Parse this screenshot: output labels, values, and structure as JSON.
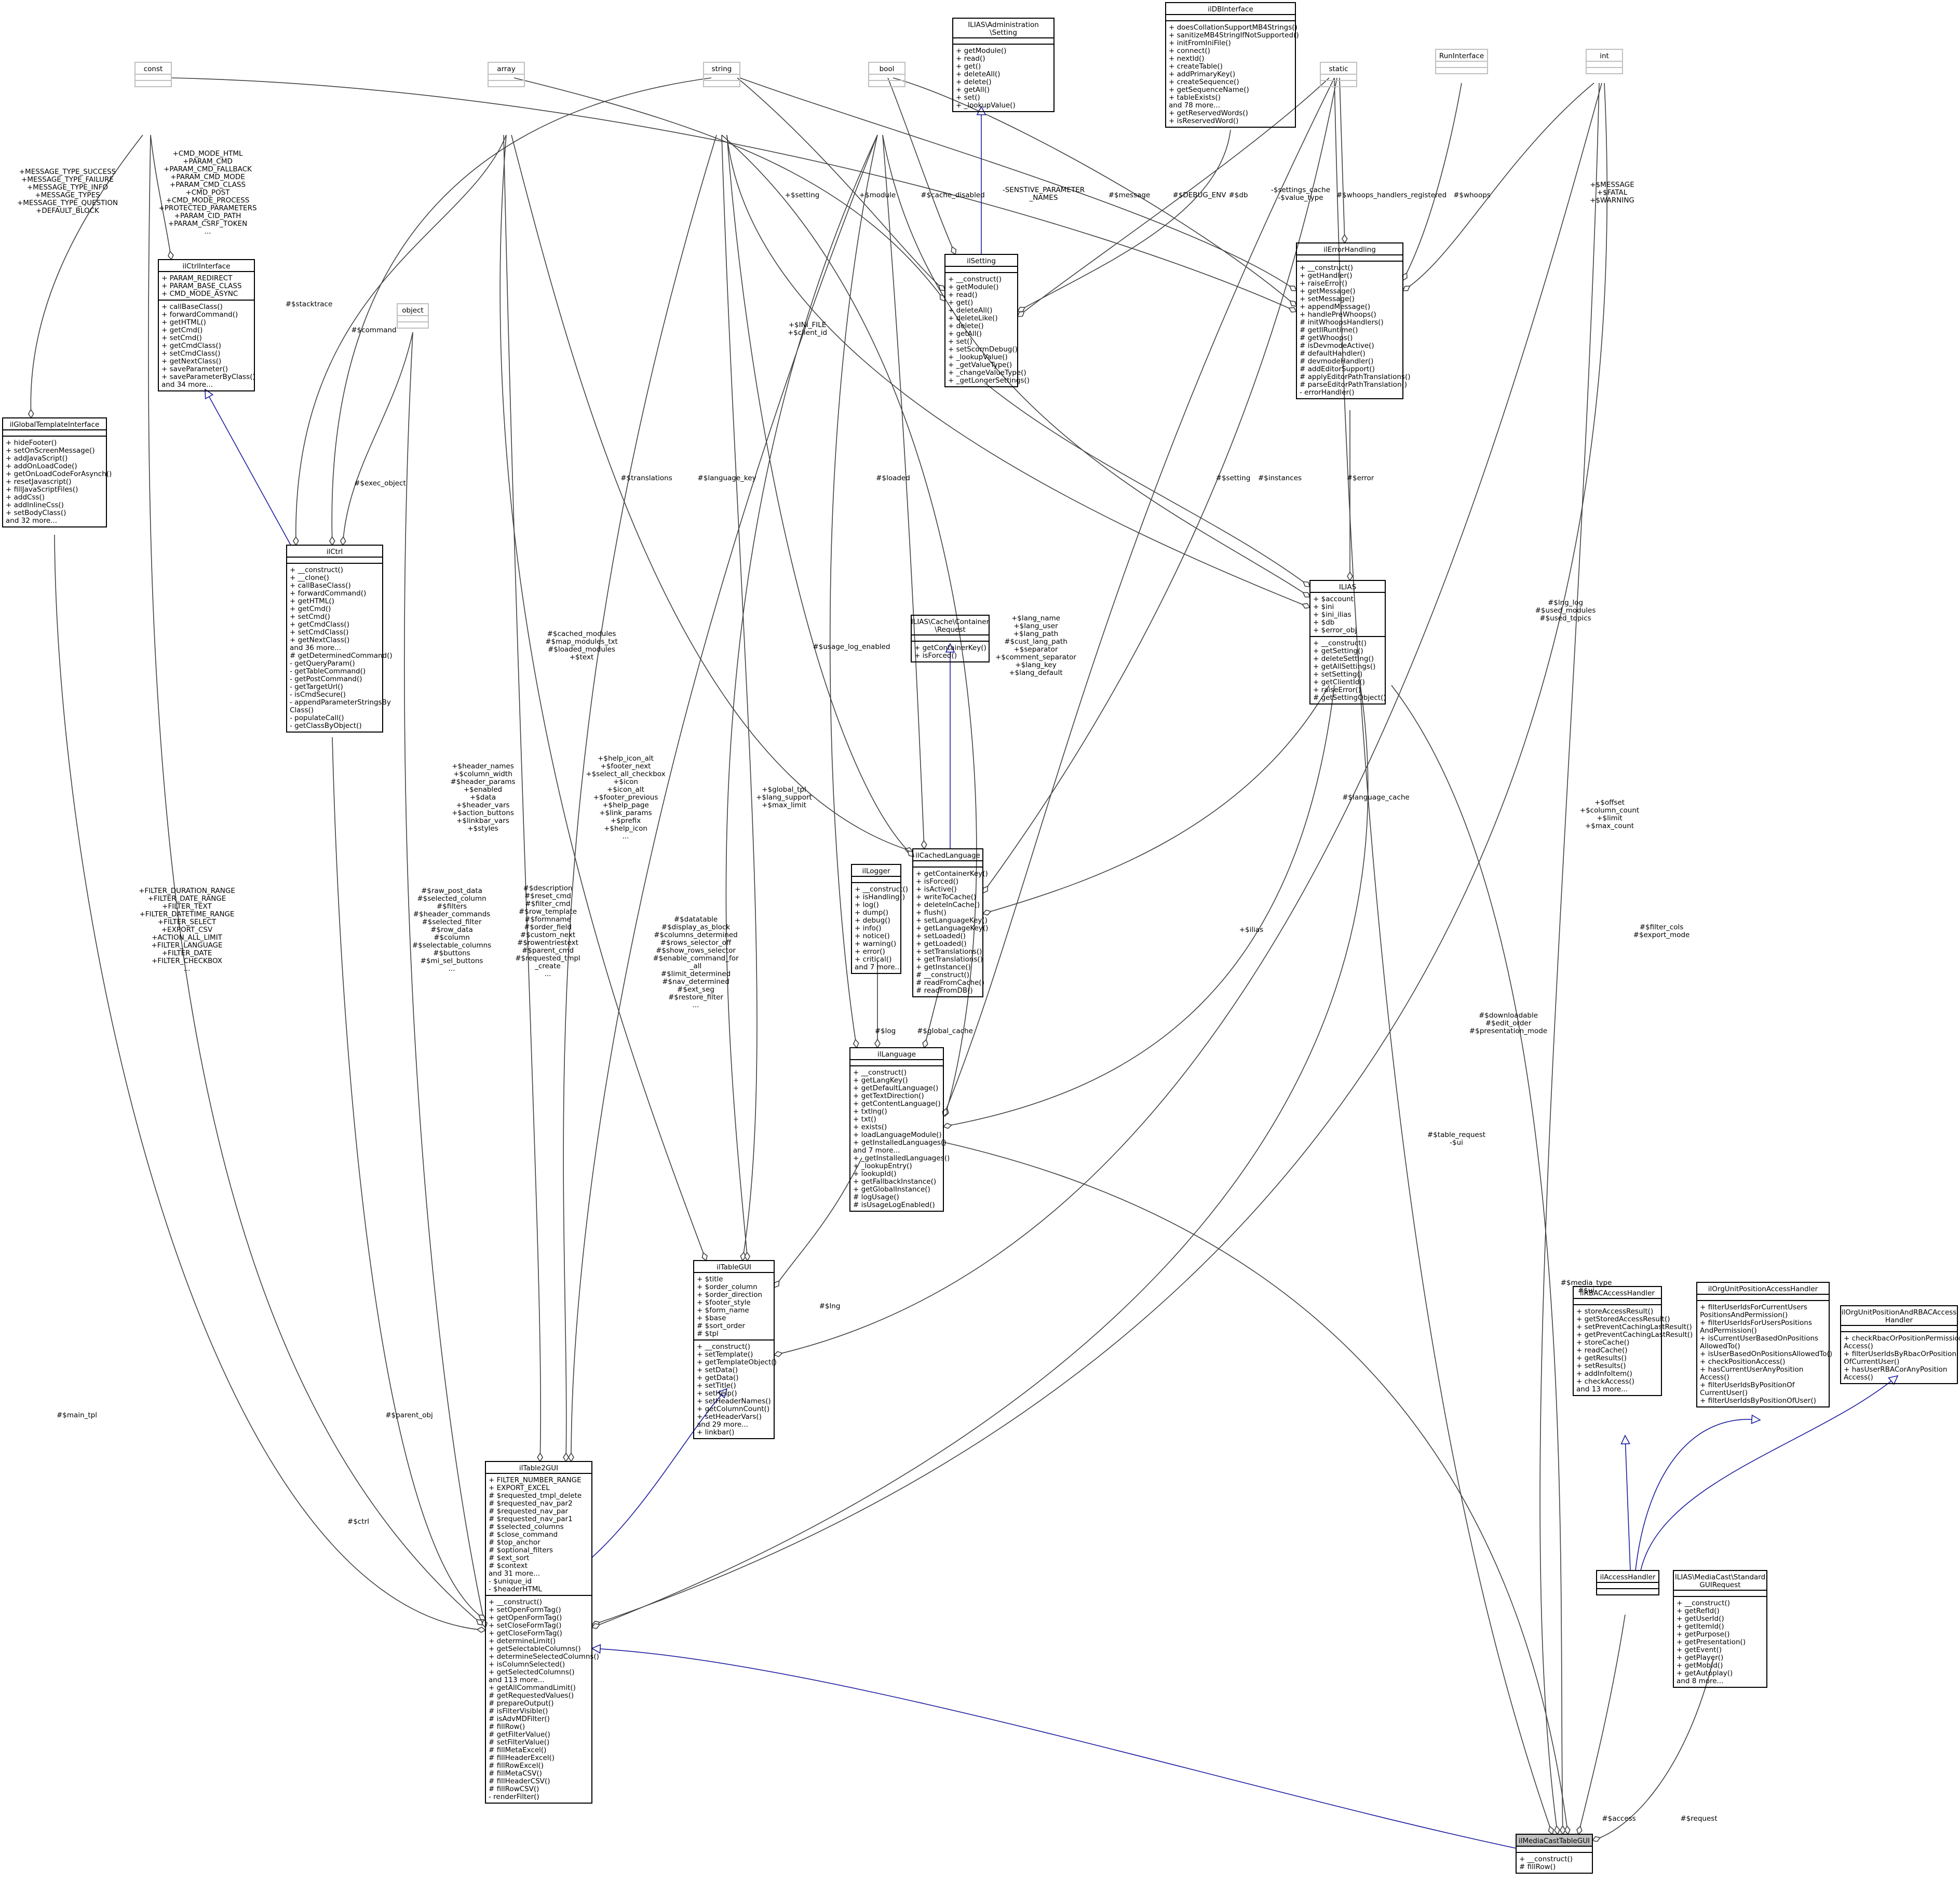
{
  "title": "ilMediaCastTableGUI",
  "nodes": {
    "const": {
      "title": [
        "const"
      ],
      "attrs": [],
      "methods": []
    },
    "array": {
      "title": [
        "array"
      ],
      "attrs": [],
      "methods": []
    },
    "string": {
      "title": [
        "string"
      ],
      "attrs": [],
      "methods": []
    },
    "bool": {
      "title": [
        "bool"
      ],
      "attrs": [],
      "methods": []
    },
    "admin_setting": {
      "title": [
        "ILIAS\\Administration",
        "\\Setting"
      ],
      "attrs": [],
      "methods": [
        "+ getModule()",
        "+ read()",
        "+ get()",
        "+ deleteAll()",
        "+ delete()",
        "+ getAll()",
        "+ set()",
        "+ _lookupValue()"
      ]
    },
    "ildbinterface": {
      "title": [
        "ilDBInterface"
      ],
      "attrs": [],
      "methods": [
        "+ doesCollationSupportMB4Strings()",
        "+ sanitizeMB4StringIfNotSupported()",
        "+ initFromIniFile()",
        "+ connect()",
        "+ nextId()",
        "+ createTable()",
        "+ addPrimaryKey()",
        "+ createSequence()",
        "+ getSequenceName()",
        "+ tableExists()",
        "and 78 more...",
        "+ getReservedWords()",
        "+ isReservedWord()"
      ]
    },
    "static": {
      "title": [
        "static"
      ],
      "attrs": [],
      "methods": []
    },
    "runinterface": {
      "title": [
        "RunInterface"
      ],
      "attrs": [],
      "methods": []
    },
    "int": {
      "title": [
        "int"
      ],
      "attrs": [],
      "methods": []
    },
    "ilglobaltemplateinterface": {
      "title": [
        "ilGlobalTemplateInterface"
      ],
      "attrs": [],
      "methods": [
        "+ hideFooter()",
        "+ setOnScreenMessage()",
        "+ addJavaScript()",
        "+ addOnLoadCode()",
        "+ getOnLoadCodeForAsynch()",
        "+ resetJavascript()",
        "+ fillJavaScriptFiles()",
        "+ addCss()",
        "+ addInlineCss()",
        "+ setBodyClass()",
        "and 32 more..."
      ]
    },
    "ilctrlinterface": {
      "title": [
        "ilCtrlInterface"
      ],
      "attrs": [
        "+ PARAM_REDIRECT",
        "+ PARAM_BASE_CLASS",
        "+ CMD_MODE_ASYNC"
      ],
      "methods": [
        "+ callBaseClass()",
        "+ forwardCommand()",
        "+ getHTML()",
        "+ getCmd()",
        "+ setCmd()",
        "+ getCmdClass()",
        "+ setCmdClass()",
        "+ getNextClass()",
        "+ saveParameter()",
        "+ saveParameterByClass()",
        "and 34 more..."
      ]
    },
    "object": {
      "title": [
        "object"
      ],
      "attrs": [],
      "methods": []
    },
    "ilctrl": {
      "title": [
        "ilCtrl"
      ],
      "attrs": [],
      "methods": [
        "+ __construct()",
        "+ __clone()",
        "+ callBaseClass()",
        "+ forwardCommand()",
        "+ getHTML()",
        "+ getCmd()",
        "+ setCmd()",
        "+ getCmdClass()",
        "+ setCmdClass()",
        "+ getNextClass()",
        "and 36 more...",
        "# getDeterminedCommand()",
        "- getQueryParam()",
        "- getTableCommand()",
        "- getPostCommand()",
        "- getTargetUrl()",
        "- isCmdSecure()",
        "- appendParameterStringsBy",
        "Class()",
        "- populateCall()",
        "- getClassByObject()"
      ]
    },
    "ilsetting": {
      "title": [
        "ilSetting"
      ],
      "attrs": [],
      "methods": [
        "+ __construct()",
        "+ getModule()",
        "+ read()",
        "+ get()",
        "+ deleteAll()",
        "+ deleteLike()",
        "+ delete()",
        "+ getAll()",
        "+ set()",
        "+ setScormDebug()",
        "+ _lookupValue()",
        "+ _getValueType()",
        "+ _changeValueType()",
        "+ _getLongerSettings()"
      ]
    },
    "ilerrorhandling": {
      "title": [
        "ilErrorHandling"
      ],
      "attrs": [],
      "methods": [
        "+ __construct()",
        "+ getHandler()",
        "+ raiseError()",
        "+ getMessage()",
        "+ setMessage()",
        "+ appendMessage()",
        "+ handlePreWhoops()",
        "# initWhoopsHandlers()",
        "# getIlRuntime()",
        "# getWhoops()",
        "# isDevmodeActive()",
        "# defaultHandler()",
        "# devmodeHandler()",
        "# addEditorSupport()",
        "# applyEditorPathTranslations()",
        "# parseEditorPathTranslation()",
        "- errorHandler()"
      ]
    },
    "ilias": {
      "title": [
        "ILIAS"
      ],
      "attrs": [
        "+ $account",
        "+ $ini",
        "+ $ini_ilias",
        "+ $db",
        "+ $error_obj"
      ],
      "methods": [
        "+ __construct()",
        "+ getSetting()",
        "+ deleteSetting()",
        "+ getAllSettings()",
        "+ setSetting()",
        "+ getClientId()",
        "+ raiseError()",
        "# getSettingObject()"
      ]
    },
    "cache_request": {
      "title": [
        "ILIAS\\Cache\\Container",
        "\\Request"
      ],
      "attrs": [],
      "methods": [
        "+ getContainerKey()",
        "+ isForced()"
      ]
    },
    "illogger": {
      "title": [
        "ilLogger"
      ],
      "attrs": [],
      "methods": [
        "+ __construct()",
        "+ isHandling()",
        "+ log()",
        "+ dump()",
        "+ debug()",
        "+ info()",
        "+ notice()",
        "+ warning()",
        "+ error()",
        "+ critical()",
        "and 7 more..."
      ]
    },
    "ilcachedlanguage": {
      "title": [
        "ilCachedLanguage"
      ],
      "attrs": [],
      "methods": [
        "+ getContainerKey()",
        "+ isForced()",
        "+ isActive()",
        "+ writeToCache()",
        "+ deleteInCache()",
        "+ flush()",
        "+ setLanguageKey()",
        "+ getLanguageKey()",
        "+ setLoaded()",
        "+ getLoaded()",
        "+ setTranslations()",
        "+ getTranslations()",
        "+ getInstance()",
        "# __construct()",
        "# readFromCache()",
        "# readFromDB()"
      ]
    },
    "illanguage": {
      "title": [
        "ilLanguage"
      ],
      "attrs": [],
      "methods": [
        "+ __construct()",
        "+ getLangKey()",
        "+ getDefaultLanguage()",
        "+ getTextDirection()",
        "+ getContentLanguage()",
        "+ txtlng()",
        "+ txt()",
        "+ exists()",
        "+ loadLanguageModule()",
        "+ getInstalledLanguages()",
        "and 7 more...",
        "+ _getInstalledLanguages()",
        "+ _lookupEntry()",
        "+ lookupId()",
        "+ getFallbackInstance()",
        "+ getGlobalInstance()",
        "# logUsage()",
        "# isUsageLogEnabled()"
      ]
    },
    "iltablegui": {
      "title": [
        "ilTableGUI"
      ],
      "attrs": [
        "+ $title",
        "+ $order_column",
        "+ $order_direction",
        "+ $footer_style",
        "+ $form_name",
        "+ $base",
        "# $sort_order",
        "# $tpl"
      ],
      "methods": [
        "+ __construct()",
        "+ setTemplate()",
        "+ getTemplateObject()",
        "+ setData()",
        "+ getData()",
        "+ setTitle()",
        "+ setHelp()",
        "+ setHeaderNames()",
        "+ getColumnCount()",
        "+ setHeaderVars()",
        "and 29 more...",
        "+ linkbar()"
      ]
    },
    "iltable2gui": {
      "title": [
        "ilTable2GUI"
      ],
      "attrs": [
        "+ FILTER_NUMBER_RANGE",
        "+ EXPORT_EXCEL",
        "# $requested_tmpl_delete",
        "# $requested_nav_par2",
        "# $requested_nav_par",
        "# $requested_nav_par1",
        "# $selected_columns",
        "# $close_command",
        "# $top_anchor",
        "# $optional_filters",
        "# $ext_sort",
        "# $context",
        "and 31 more...",
        "- $unique_id",
        "- $headerHTML"
      ],
      "methods": [
        "+ __construct()",
        "+ setOpenFormTag()",
        "+ getOpenFormTag()",
        "+ setCloseFormTag()",
        "+ getCloseFormTag()",
        "+ determineLimit()",
        "+ getSelectableColumns()",
        "+ determineSelectedColumns()",
        "+ isColumnSelected()",
        "+ getSelectedColumns()",
        "and 113 more...",
        "+ getAllCommandLimit()",
        "# getRequestedValues()",
        "# prepareOutput()",
        "# isFilterVisible()",
        "# isAdvMDFilter()",
        "# fillRow()",
        "# getFilterValue()",
        "# setFilterValue()",
        "# fillMetaExcel()",
        "# fillHeaderExcel()",
        "# fillRowExcel()",
        "# fillMetaCSV()",
        "# fillHeaderCSV()",
        "# fillRowCSV()",
        "- renderFilter()"
      ]
    },
    "ilrbacaccesshandler": {
      "title": [
        "ilRBACAccessHandler"
      ],
      "attrs": [],
      "methods": [
        "+ storeAccessResult()",
        "+ getStoredAccessResult()",
        "+ setPreventCachingLastResult()",
        "+ getPreventCachingLastResult()",
        "+ storeCache()",
        "+ readCache()",
        "+ getResults()",
        "+ setResults()",
        "+ addInfoItem()",
        "+ checkAccess()",
        "and 13 more..."
      ]
    },
    "ilorgunitpositionaccesshandler": {
      "title": [
        "ilOrgUnitPositionAccessHandler"
      ],
      "attrs": [],
      "methods": [
        "+ filterUserIdsForCurrentUsers",
        "PositionsAndPermission()",
        "+ filterUserIdsForUsersPositions",
        "AndPermission()",
        "+ isCurrentUserBasedOnPositions",
        "AllowedTo()",
        "+ isUserBasedOnPositionsAllowedTo()",
        "+ checkPositionAccess()",
        "+ hasCurrentUserAnyPosition",
        "Access()",
        "+ filterUserIdsByPositionOf",
        "CurrentUser()",
        "+ filterUserIdsByPositionOfUser()"
      ]
    },
    "ilorgunitpositionandrbac": {
      "title": [
        "ilOrgUnitPositionAndRBACAccess",
        "Handler"
      ],
      "attrs": [],
      "methods": [
        "+ checkRbacOrPositionPermission",
        "Access()",
        "+ filterUserIdsByRbacOrPosition",
        "OfCurrentUser()",
        "+ hasUserRBACorAnyPosition",
        "Access()"
      ]
    },
    "ilaccesshandler": {
      "title": [
        "ilAccessHandler"
      ],
      "attrs": [],
      "methods": []
    },
    "standardguirequest": {
      "title": [
        "ILIAS\\MediaCast\\Standard",
        "GUIRequest"
      ],
      "attrs": [],
      "methods": [
        "+ __construct()",
        "+ getRefId()",
        "+ getUserId()",
        "+ getItemId()",
        "+ getPurpose()",
        "+ getPresentation()",
        "+ getEvent()",
        "+ getPlayer()",
        "+ getMobId()",
        "+ getAutoplay()",
        "and 8 more..."
      ]
    },
    "ilmediacasttablegui": {
      "title": [
        "ilMediaCastTableGUI"
      ],
      "attrs": [],
      "methods": [
        "+ __construct()",
        "# fillRow()"
      ]
    }
  },
  "edge_labels": {
    "const_tpl": [
      "+MESSAGE_TYPE_SUCCESS",
      "+MESSAGE_TYPE_FAILURE",
      "+MESSAGE_TYPE_INFO",
      "+MESSAGE_TYPES",
      "+MESSAGE_TYPE_QUESTION",
      "+DEFAULT_BLOCK"
    ],
    "const_ctrl": [
      "+CMD_MODE_HTML",
      "+PARAM_CMD",
      "+PARAM_CMD_FALLBACK",
      "+PARAM_CMD_MODE",
      "+PARAM_CMD_CLASS",
      "+CMD_POST",
      "+CMD_MODE_PROCESS",
      "+PROTECTED_PARAMETERS",
      "+PARAM_CID_PATH",
      "+PARAM_CSRF_TOKEN",
      "..."
    ],
    "stacktrace": [
      "#$stacktrace"
    ],
    "command": [
      "#$command"
    ],
    "exec_object": [
      "#$exec_object"
    ],
    "setting_str": [
      "+$setting"
    ],
    "module": [
      "+$module"
    ],
    "cache_disabled": [
      "#$cache_disabled"
    ],
    "sensitive": [
      "-SENSTIVE_PARAMETER",
      "_NAMES"
    ],
    "message": [
      "#$message"
    ],
    "debug_env": [
      "#$DEBUG_ENV"
    ],
    "db": [
      "#$db"
    ],
    "settings_cache": [
      "-$settings_cache",
      "-$value_type"
    ],
    "whoops_reg": [
      "#$whoops_handlers_registered"
    ],
    "whoops": [
      "#$whoops"
    ],
    "message_int": [
      "+$MESSAGE",
      "+$FATAL",
      "+$WARNING"
    ],
    "ini_file": [
      "+$INI_FILE",
      "+$client_id"
    ],
    "translations": [
      "#$translations"
    ],
    "language_key": [
      "#$language_key"
    ],
    "loaded": [
      "#$loaded"
    ],
    "setting_ilias": [
      "#$setting"
    ],
    "instances": [
      "#$instances"
    ],
    "error": [
      "#$error"
    ],
    "lang_fields": [
      "+$lang_name",
      "+$lang_user",
      "+$lang_path",
      "#$cust_lang_path",
      "+$separator",
      "+$comment_separator",
      "+$lang_key",
      "+$lang_default"
    ],
    "lng_log": [
      "#$lng_log",
      "#$used_modules",
      "#$used_topics"
    ],
    "cached_modules": [
      "#$cached_modules",
      "#$map_modules_txt",
      "#$loaded_modules",
      "+$text"
    ],
    "usage_log": [
      "#$usage_log_enabled"
    ],
    "help_icon": [
      "+$help_icon_alt",
      "+$footer_next",
      "+$select_all_checkbox",
      "+$icon",
      "+$icon_alt",
      "+$footer_previous",
      "+$help_page",
      "+$link_params",
      "+$prefix",
      "+$help_icon",
      "..."
    ],
    "global_tpl": [
      "+$global_tpl",
      "+$lang_support",
      "+$max_limit"
    ],
    "header_names": [
      "+$header_names",
      "+$column_width",
      "#$header_params",
      "+$enabled",
      "+$data",
      "+$header_vars",
      "+$action_buttons",
      "+$linkbar_vars",
      "+$styles"
    ],
    "language_cache": [
      "#$language_cache"
    ],
    "offset": [
      "+$offset",
      "+$column_count",
      "+$limit",
      "+$max_count"
    ],
    "ilias_lbl": [
      "+$ilias"
    ],
    "filter_duration": [
      "+FILTER_DURATION_RANGE",
      "+FILTER_DATE_RANGE",
      "+FILTER_TEXT",
      "+FILTER_DATETIME_RANGE",
      "+FILTER_SELECT",
      "+EXPORT_CSV",
      "+ACTION_ALL_LIMIT",
      "+FILTER_LANGUAGE",
      "+FILTER_DATE",
      "+FILTER_CHECKBOX",
      "..."
    ],
    "raw_post": [
      "#$raw_post_data",
      "#$selected_column",
      "#$filters",
      "#$header_commands",
      "#$selected_filter",
      "#$row_data",
      "#$column",
      "#$selectable_columns",
      "#$buttons",
      "#$mi_sel_buttons",
      "..."
    ],
    "description": [
      "#$description",
      "#$reset_cmd",
      "#$filter_cmd",
      "#$row_template",
      "#$formname",
      "#$order_field",
      "#$custom_next",
      "#$rowentriestext",
      "#$parent_cmd",
      "#$requested_tmpl",
      "_create",
      "..."
    ],
    "datatable": [
      "#$datatable",
      "#$display_as_block",
      "#$columns_determined",
      "#$rows_selector_off",
      "#$show_rows_selector",
      "#$enable_command_for",
      "_all",
      "#$limit_determined",
      "#$nav_determined",
      "#$ext_seg",
      "#$restore_filter",
      "..."
    ],
    "log": [
      "#$log"
    ],
    "global_cache": [
      "#$global_cache"
    ],
    "filter_cols": [
      "#$filter_cols",
      "#$export_mode"
    ],
    "downloadable": [
      "#$downloadable",
      "#$edit_order",
      "#$presentation_mode"
    ],
    "table_request": [
      "#$table_request",
      "-$ui"
    ],
    "media_type": [
      "#$media_type",
      "#$ui"
    ],
    "main_tpl": [
      "#$main_tpl"
    ],
    "parent_obj": [
      "#$parent_obj"
    ],
    "ctrl": [
      "#$ctrl"
    ],
    "lng": [
      "#$lng"
    ],
    "access": [
      "#$access"
    ],
    "request": [
      "#$request"
    ]
  }
}
